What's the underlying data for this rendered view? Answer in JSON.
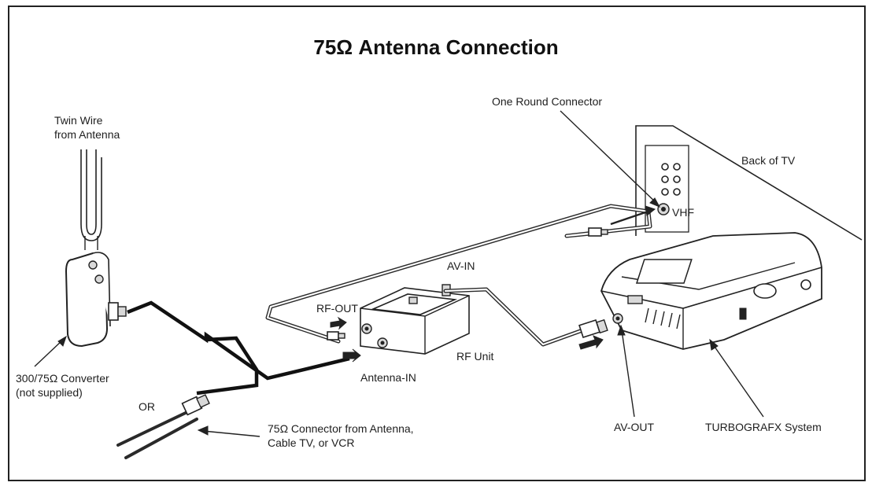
{
  "title": "75Ω Antenna Connection",
  "labels": {
    "twin_wire_line1": "Twin Wire",
    "twin_wire_line2": "from Antenna",
    "one_round_connector": "One Round Connector",
    "back_of_tv": "Back of TV",
    "vhf": "VHF",
    "av_in": "AV-IN",
    "rf_out": "RF-OUT",
    "rf_unit": "RF Unit",
    "antenna_in": "Antenna-IN",
    "converter_line1": "300/75Ω Converter",
    "converter_line2": "(not supplied)",
    "or": "OR",
    "connector_75_line1": "75Ω Connector from Antenna,",
    "connector_75_line2": "Cable TV, or VCR",
    "av_out": "AV-OUT",
    "turbografx_system": "TURBOGRAFX System"
  },
  "colors": {
    "ink": "#1e1e1e",
    "background": "#ffffff"
  }
}
